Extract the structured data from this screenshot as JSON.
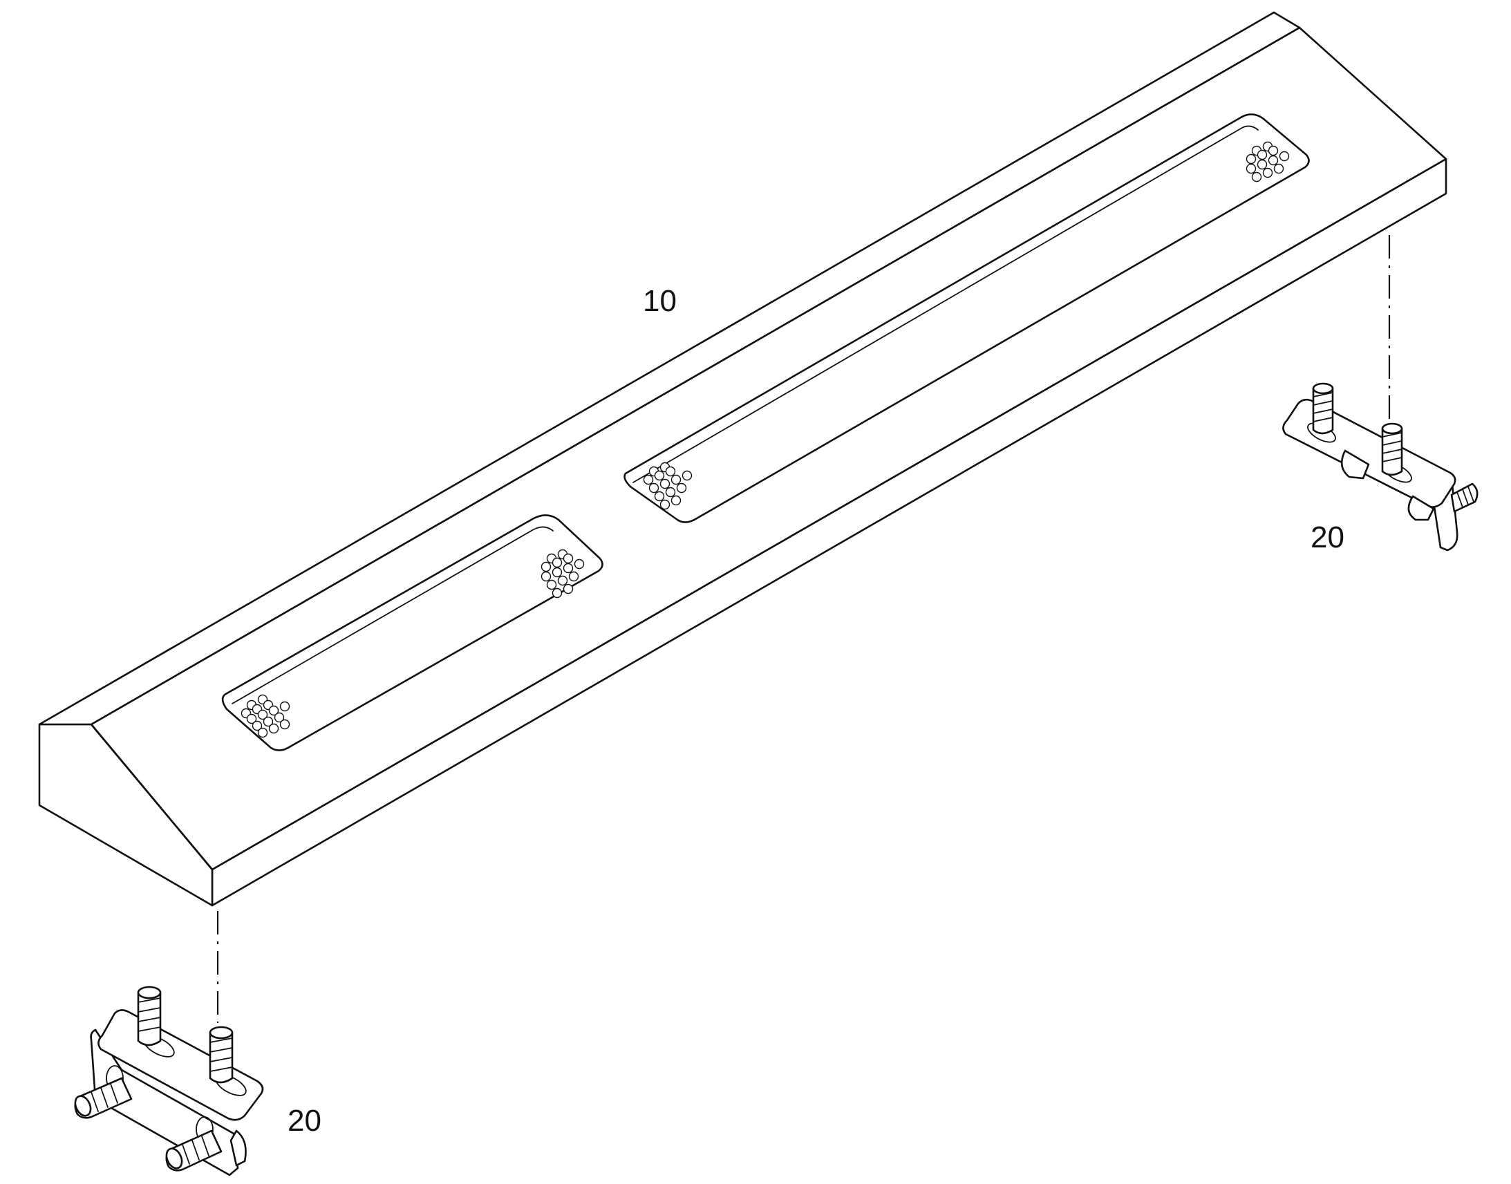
{
  "diagram": {
    "type": "exploded-parts-view",
    "callouts": {
      "part_10": "10",
      "part_20_right": "20",
      "part_20_left": "20"
    }
  }
}
